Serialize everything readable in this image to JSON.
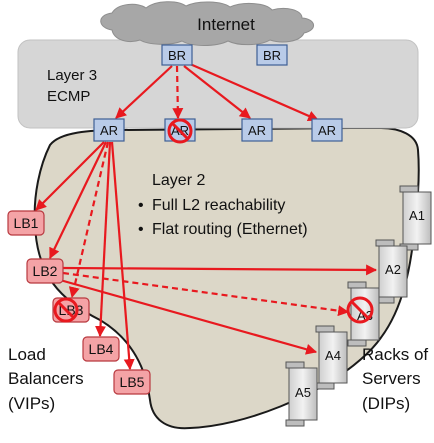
{
  "internet": {
    "label": "Internet"
  },
  "layer3": {
    "label_line1": "Layer 3",
    "label_line2": "ECMP"
  },
  "border_routers": [
    {
      "label": "BR"
    },
    {
      "label": "BR"
    }
  ],
  "access_routers": [
    {
      "label": "AR",
      "failed": false
    },
    {
      "label": "AR",
      "failed": true
    },
    {
      "label": "AR",
      "failed": false
    },
    {
      "label": "AR",
      "failed": false
    }
  ],
  "layer2": {
    "title": "Layer 2",
    "bullets": [
      "Full L2 reachability",
      "Flat routing (Ethernet)"
    ]
  },
  "load_balancers": [
    {
      "label": "LB1",
      "failed": false
    },
    {
      "label": "LB2",
      "failed": false
    },
    {
      "label": "LB3",
      "failed": true
    },
    {
      "label": "LB4",
      "failed": false
    },
    {
      "label": "LB5",
      "failed": false
    }
  ],
  "racks": [
    {
      "label": "A1",
      "failed": false
    },
    {
      "label": "A2",
      "failed": false
    },
    {
      "label": "A3",
      "failed": true
    },
    {
      "label": "A4",
      "failed": false
    },
    {
      "label": "A5",
      "failed": false
    }
  ],
  "legend_left": {
    "line1": "Load",
    "line2": "Balancers",
    "line3": "(VIPs)"
  },
  "legend_right": {
    "line1": "Racks of",
    "line2": "Servers",
    "line3": "(DIPs)"
  },
  "colors": {
    "arrow": "#e8191f",
    "router_fill": "#b9cbe8",
    "router_stroke": "#3e5f95",
    "lb_fill": "#f4a3a6",
    "lb_stroke": "#b8393f",
    "layer3_fill": "#d6d6d6",
    "layer2_fill": "#dcd7c8",
    "cloud_fill": "#a7a7a7",
    "rack_fill": "#e4e4e4"
  }
}
